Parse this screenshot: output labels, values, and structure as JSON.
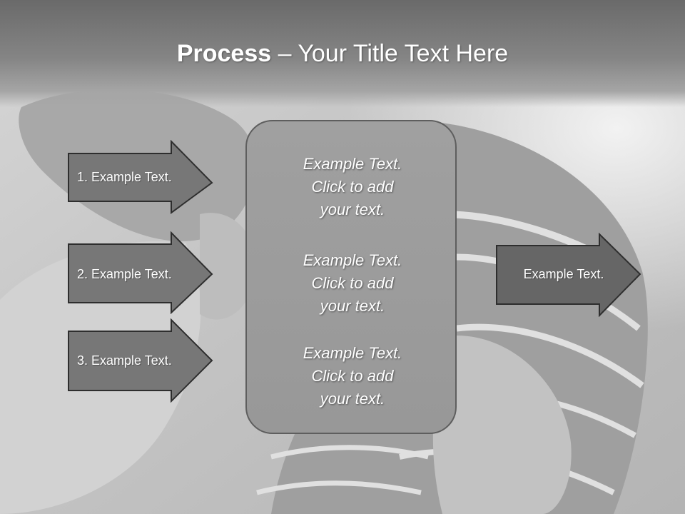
{
  "title": {
    "bold": "Process",
    "rest": " – Your Title Text Here"
  },
  "left_arrows": [
    {
      "label": "1. Example Text."
    },
    {
      "label": "2. Example Text."
    },
    {
      "label": "3. Example Text."
    }
  ],
  "center_box": {
    "blocks": [
      {
        "line1": "Example Text.",
        "line2": "Click  to add",
        "line3": "your text."
      },
      {
        "line1": "Example Text.",
        "line2": "Click  to add",
        "line3": "your text."
      },
      {
        "line1": "Example Text.",
        "line2": "Click  to add",
        "line3": "your text."
      }
    ]
  },
  "right_arrow": {
    "label": "Example Text."
  },
  "colors": {
    "header": "#7a7a7a",
    "left_arrow_fill": "#777777",
    "right_arrow_fill": "#666666",
    "box_fill": "#9c9c9c",
    "stroke": "#2e2e2e"
  },
  "background_image": "grayscale photo of a person in a striped shirt"
}
